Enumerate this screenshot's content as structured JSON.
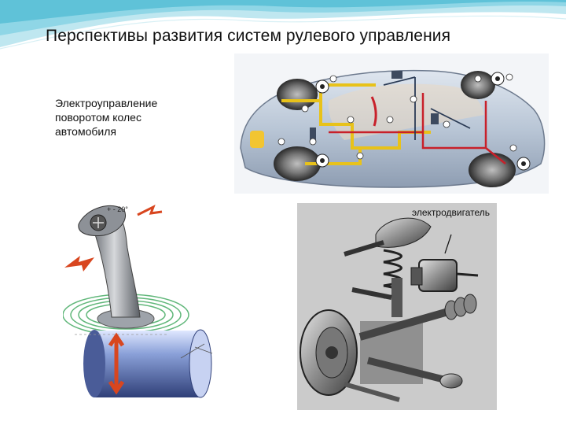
{
  "slide": {
    "title": "Перспективы развития систем рулевого управления",
    "caption_lines": [
      "Электроуправление",
      "поворотом колес",
      "автомобиля"
    ]
  },
  "figures": {
    "suspension_label": "электродвигатель",
    "joystick_angle_label": "+ - 20°"
  },
  "colors": {
    "header_wave": "#7fcfe0",
    "wire_yellow": "#e8c21a",
    "wire_red": "#c8202a",
    "joystick_arrow": "#d8461f",
    "coil_green": "#3aa65a"
  }
}
